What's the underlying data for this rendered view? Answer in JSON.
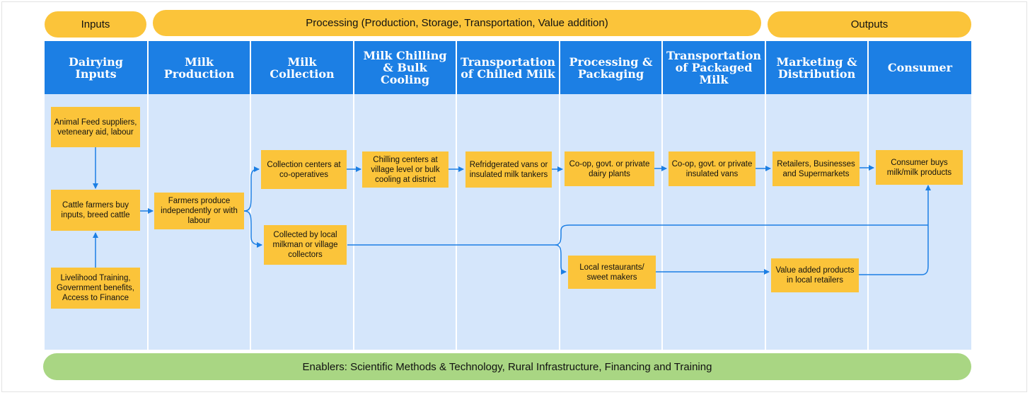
{
  "colors": {
    "pill": "#fbc43a",
    "header": "#1c7fe4",
    "panel": "#d5e6fb",
    "box": "#fbc43a",
    "enablers": "#a9d683",
    "arrow": "#1c7fe4"
  },
  "top_pills": {
    "inputs": "Inputs",
    "processing": "Processing (Production, Storage, Transportation, Value addition)",
    "outputs": "Outputs"
  },
  "columns": [
    "Dairying Inputs",
    "Milk Production",
    "Milk Collection",
    "Milk Chilling & Bulk Cooling",
    "Transportation of Chilled Milk",
    "Processing & Packaging",
    "Transportation of Packaged Milk",
    "Marketing & Distribution",
    "Consumer"
  ],
  "boxes": {
    "animal_feed": "Animal Feed suppliers, veteneary aid, labour",
    "cattle_farmers": "Cattle farmers buy inputs, breed cattle",
    "livelihood": "Livelihood Training, Government benefits, Access to Finance",
    "farmers_produce": "Farmers produce independently or with labour",
    "collection_centers": "Collection centers at co-operatives",
    "local_milkman": "Collected by local milkman or village collectors",
    "chilling_centers": "Chilling centers at village level or bulk cooling at district",
    "refrigerated_vans": "Refridgerated vans or insulated milk tankers",
    "dairy_plants": "Co-op, govt. or private dairy plants",
    "insulated_vans": "Co-op, govt. or private insulated vans",
    "retailers": "Retailers, Businesses and Supermarkets",
    "consumer_buys": "Consumer buys milk/milk products",
    "local_restaurants": "Local restaurants/ sweet makers",
    "value_added": "Value added products in local retailers"
  },
  "enablers": "Enablers: Scientific Methods & Technology, Rural Infrastructure, Financing and Training"
}
